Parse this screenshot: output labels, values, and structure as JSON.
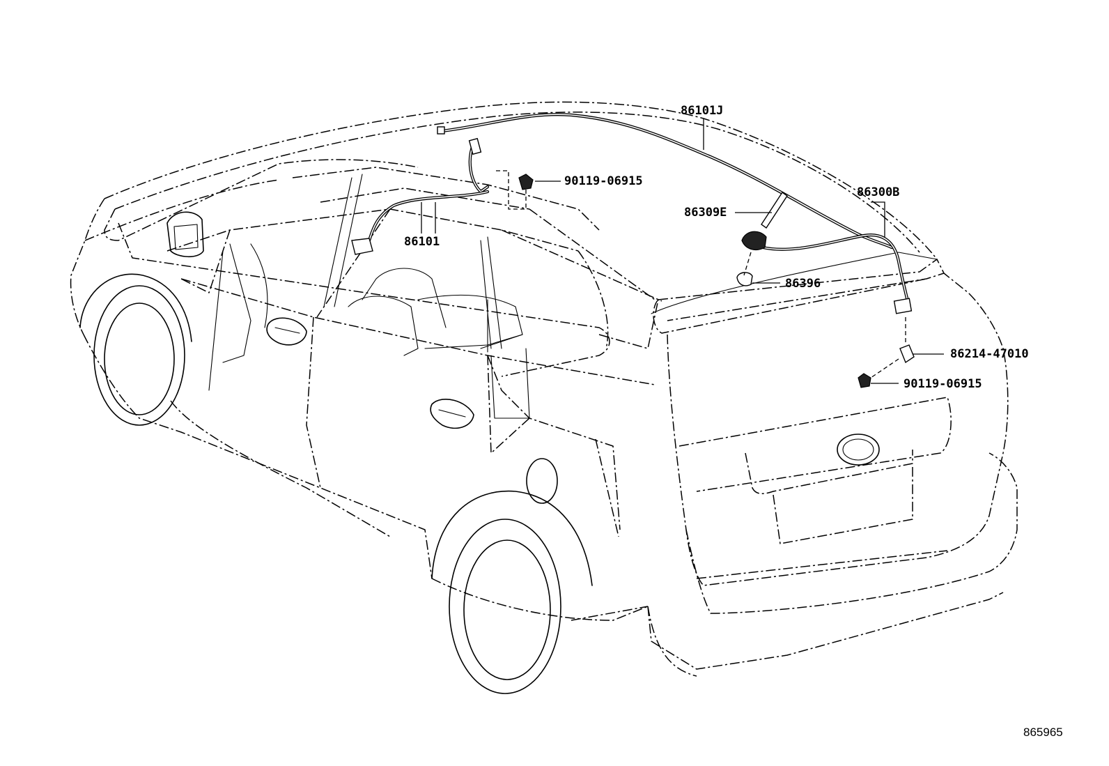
{
  "diagram": {
    "reference_number": "865965",
    "callouts": {
      "harness_roof": "86101J",
      "harness_pillar": "86101",
      "bolt_upper": "90119-06915",
      "antenna_element": "86309E",
      "antenna_assembly": "86300B",
      "antenna_pad": "86396",
      "amplifier_bracket": "86214-47010",
      "bolt_lower": "90119-06915"
    }
  }
}
